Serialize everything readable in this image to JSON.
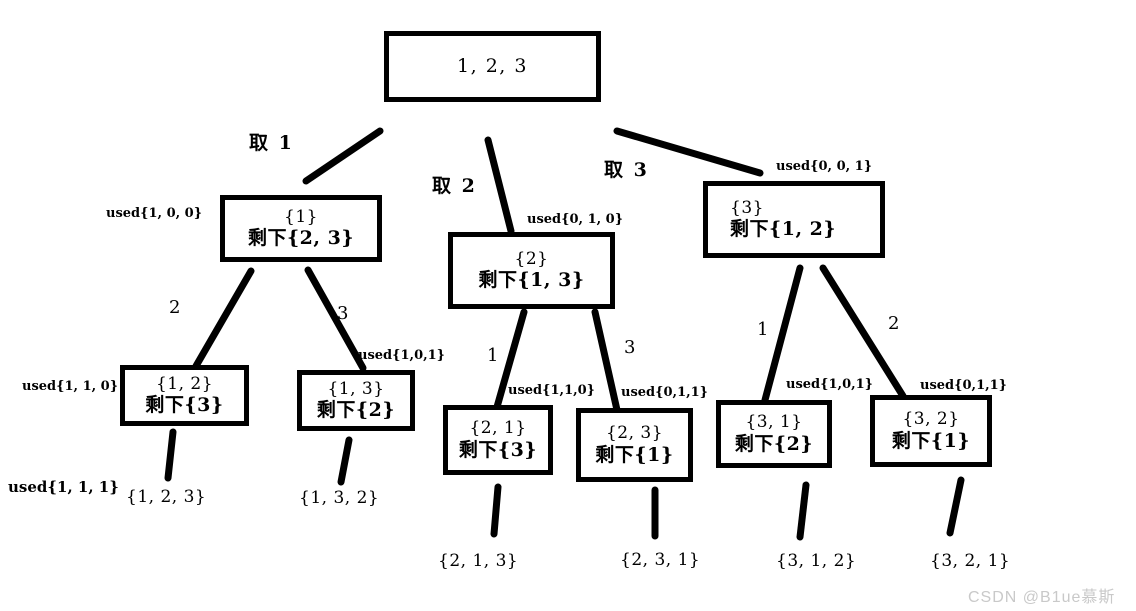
{
  "diagram": {
    "title_text": "1, 2, 3",
    "watermark": "CSDN @B1ue慕斯",
    "root": {
      "text": "1, 2, 3"
    },
    "level1": [
      {
        "line1": "{1}",
        "line2": "剩下{2, 3}",
        "used": "used{1, 0, 0}",
        "pick": "取 1"
      },
      {
        "line1": "{2}",
        "line2": "剩下{1, 3}",
        "used": "used{0, 1, 0}",
        "pick": "取 2"
      },
      {
        "line1": "{3}",
        "line2": "剩下{1, 2}",
        "used": "used{0, 0, 1}",
        "pick": "取 3"
      }
    ],
    "level2": [
      {
        "line1": "{1, 2}",
        "line2": "剩下{3}",
        "used": "used{1, 1, 0}",
        "edge": "2"
      },
      {
        "line1": "{1, 3}",
        "line2": "剩下{2}",
        "used": "used{1,0,1}",
        "edge": "3"
      },
      {
        "line1": "{2, 1}",
        "line2": "剩下{3}",
        "used": "used{1,1,0}",
        "edge": "1"
      },
      {
        "line1": "{2, 3}",
        "line2": "剩下{1}",
        "used": "used{0,1,1}",
        "edge": "3"
      },
      {
        "line1": "{3, 1}",
        "line2": "剩下{2}",
        "used": "used{1,0,1}",
        "edge": "1"
      },
      {
        "line1": "{3, 2}",
        "line2": "剩下{1}",
        "used": "used{0,1,1}",
        "edge": "2"
      }
    ],
    "leaves": [
      {
        "text": "{1, 2, 3}",
        "used": "used{1, 1, 1}"
      },
      {
        "text": "{1, 3, 2}"
      },
      {
        "text": "{2, 1, 3}"
      },
      {
        "text": "{2, 3, 1}"
      },
      {
        "text": "{3, 1, 2}"
      },
      {
        "text": "{3, 2, 1}"
      }
    ]
  }
}
